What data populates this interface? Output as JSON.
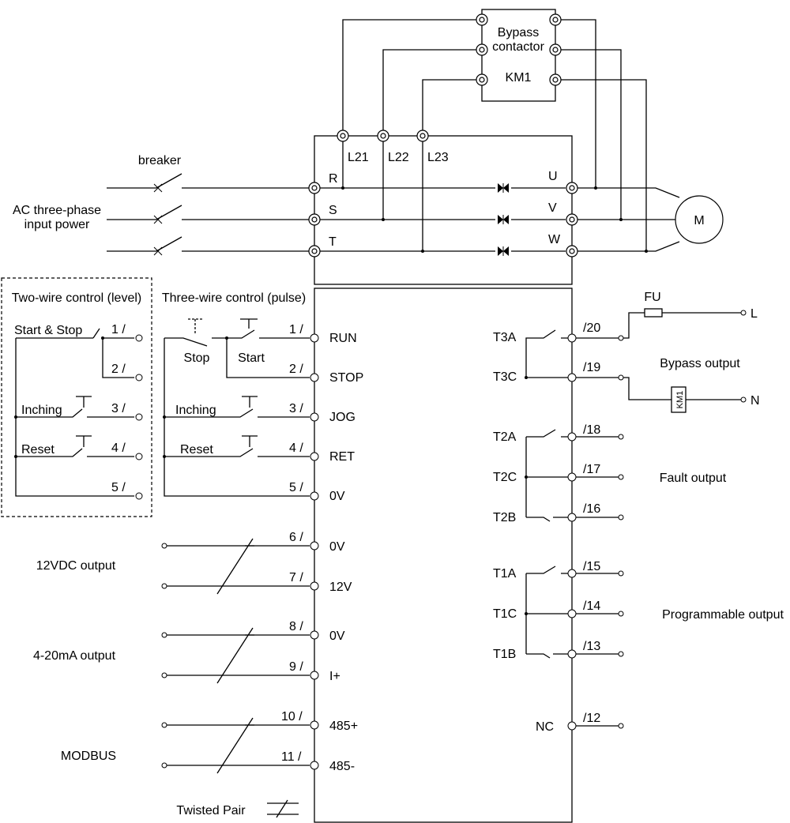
{
  "bypass_contactor": {
    "line1": "Bypass",
    "line2": "contactor",
    "id": "KM1"
  },
  "breaker_label": "breaker",
  "input_power": {
    "line1": "AC three-phase",
    "line2": "input power"
  },
  "motor_label": "M",
  "bypass_terminals": [
    "L21",
    "L22",
    "L23"
  ],
  "input_terminals": [
    "R",
    "S",
    "T"
  ],
  "output_terminals": [
    "U",
    "V",
    "W"
  ],
  "two_wire": {
    "title": "Two-wire control (level)",
    "start_stop": "Start & Stop",
    "inching": "Inching",
    "reset": "Reset",
    "nums": [
      "1 /",
      "2 /",
      "3 /",
      "4 /",
      "5 /"
    ]
  },
  "three_wire": {
    "title": "Three-wire control (pulse)",
    "stop": "Stop",
    "start": "Start",
    "inching": "Inching",
    "reset": "Reset",
    "nums": [
      "1 /",
      "2 /",
      "3 /",
      "4 /",
      "5 /"
    ]
  },
  "left_terminals": [
    {
      "num": "1 /",
      "label": "RUN"
    },
    {
      "num": "2 /",
      "label": "STOP"
    },
    {
      "num": "3 /",
      "label": "JOG"
    },
    {
      "num": "4 /",
      "label": "RET"
    },
    {
      "num": "5 /",
      "label": "0V"
    },
    {
      "num": "6 /",
      "label": "0V"
    },
    {
      "num": "7 /",
      "label": "12V"
    },
    {
      "num": "8 /",
      "label": "0V"
    },
    {
      "num": "9 /",
      "label": "I+"
    },
    {
      "num": "10 /",
      "label": "485+"
    },
    {
      "num": "11 /",
      "label": "485-"
    }
  ],
  "group_labels": {
    "vdc": "12VDC output",
    "ma": "4-20mA output",
    "modbus": "MODBUS",
    "twisted_pair": "Twisted Pair"
  },
  "right_terminals": [
    {
      "name": "T3A",
      "num": "/20"
    },
    {
      "name": "T3C",
      "num": "/19"
    },
    {
      "name": "T2A",
      "num": "/18"
    },
    {
      "name": "T2C",
      "num": "/17"
    },
    {
      "name": "T2B",
      "num": "/16"
    },
    {
      "name": "T1A",
      "num": "/15"
    },
    {
      "name": "T1C",
      "num": "/14"
    },
    {
      "name": "T1B",
      "num": "/13"
    },
    {
      "name": "NC",
      "num": "/12"
    }
  ],
  "outputs": {
    "fu": "FU",
    "L": "L",
    "N": "N",
    "km1": "KM1",
    "bypass": "Bypass output",
    "fault": "Fault output",
    "programmable": "Programmable output"
  }
}
